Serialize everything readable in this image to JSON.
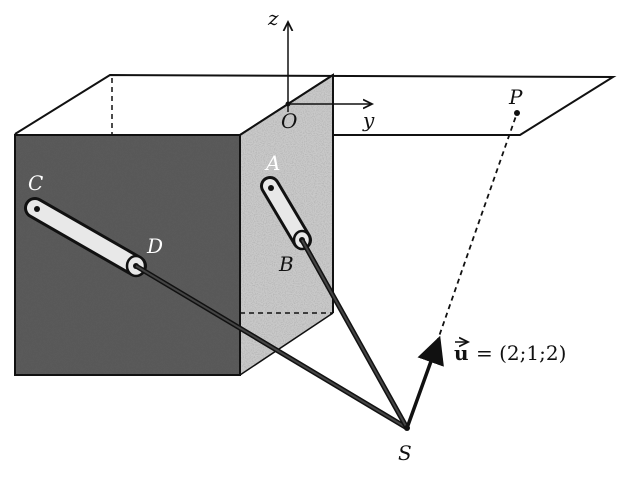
{
  "labels": {
    "z": "z",
    "y": "y",
    "O": "O",
    "P": "P",
    "A": "A",
    "B": "B",
    "C": "C",
    "D": "D",
    "S": "S",
    "vector_name": "u",
    "vector_value": "= (2;1;2)"
  },
  "colors": {
    "ink": "#111111",
    "front_face": "#5a5a5a",
    "side_face": "#c9c9c9",
    "pipe": "#e8e8e8"
  }
}
